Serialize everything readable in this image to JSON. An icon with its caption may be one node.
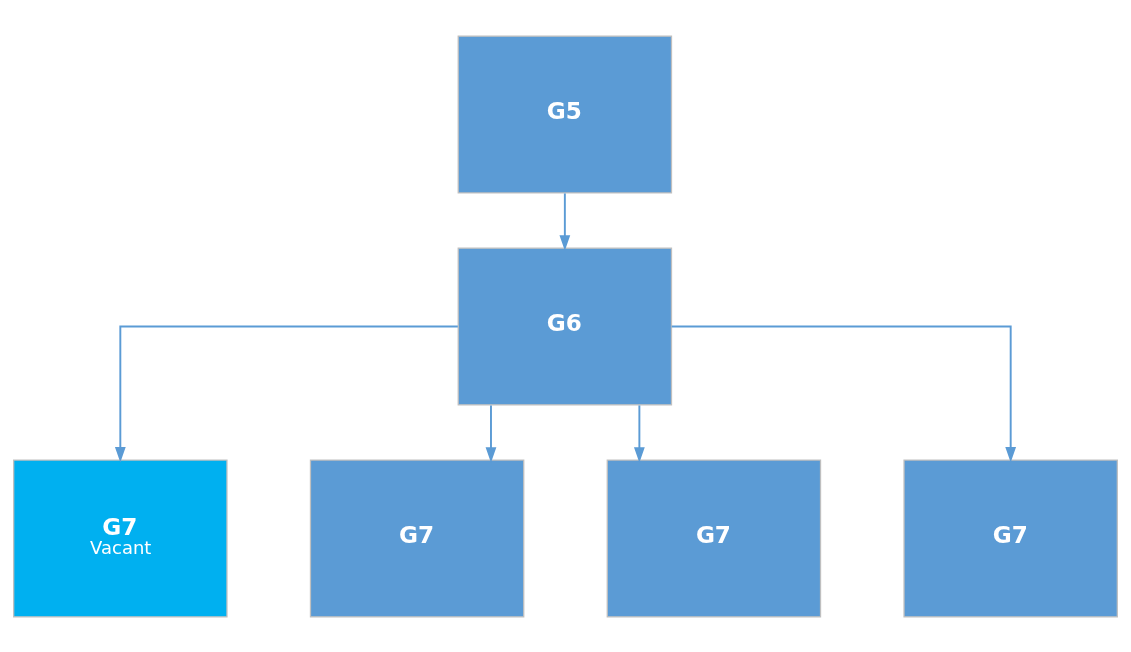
{
  "diagram": {
    "nodes": [
      {
        "text": [
          "G5"
        ]
      },
      {
        "text": [
          "G6"
        ]
      },
      {
        "text": [
          "G7",
          "Vacant"
        ]
      },
      {
        "text": [
          "G7"
        ]
      },
      {
        "text": [
          "G7"
        ]
      },
      {
        "text": [
          "G7"
        ]
      }
    ],
    "edges": [
      {
        "from": 0,
        "to": 1,
        "arrow": "to"
      },
      {
        "from": 1,
        "to": 2,
        "arrow": "to"
      },
      {
        "from": 1,
        "to": 3,
        "arrow": "to"
      },
      {
        "from": 1,
        "to": 4,
        "arrow": "to"
      },
      {
        "from": 1,
        "to": 5,
        "arrow": "to"
      }
    ]
  }
}
